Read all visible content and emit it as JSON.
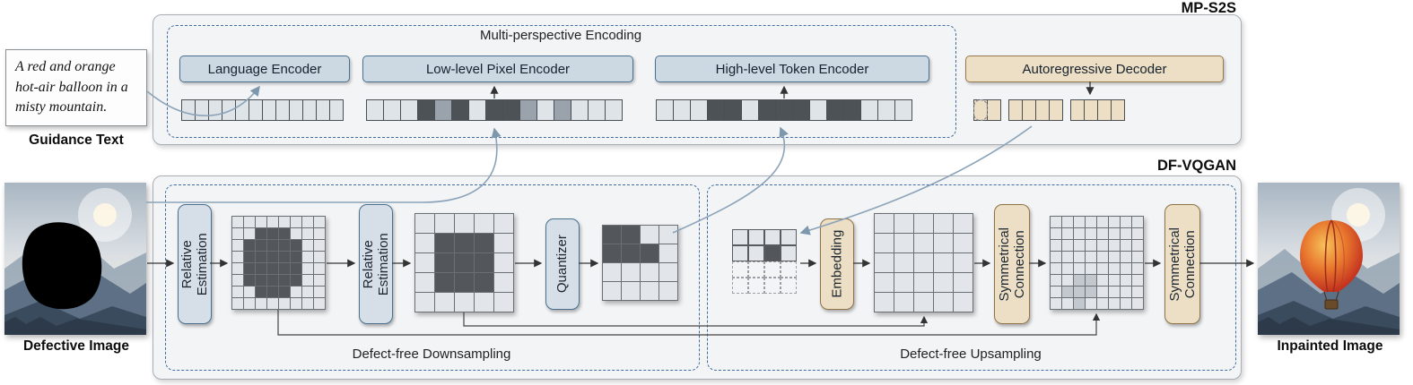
{
  "titles": {
    "mp_s2s": "MP-S2S",
    "df_vqgan": "DF-VQGAN"
  },
  "mp_s2s": {
    "encoding_label": "Multi-perspective Encoding",
    "language_encoder": "Language Encoder",
    "pixel_encoder": "Low-level Pixel Encoder",
    "token_encoder": "High-level Token Encoder",
    "decoder": "Autoregressive Decoder"
  },
  "guidance": {
    "text": "A red and orange hot-air balloon in a misty mountain.",
    "label": "Guidance Text"
  },
  "df_vqgan": {
    "downsampling_label": "Defect-free Downsampling",
    "upsampling_label": "Defect-free Upsampling",
    "relative_estimation": "Relative Estimation",
    "quantizer": "Quantizer",
    "embedding": "Embedding",
    "symmetrical_connection": "Symmetrical Connection"
  },
  "captions": {
    "defective": "Defective Image",
    "inpainted": "Inpainted Image"
  },
  "colors": {
    "dashed_border": "#3f6ba0",
    "encoder_fill": "#ccd8e2",
    "decoder_fill": "#ecdfc5",
    "dark_cell": "#53575b",
    "panel_fill": "#f3f4f6"
  },
  "tokens": {
    "language": [
      "light",
      "light",
      "light",
      "light",
      "light",
      "light",
      "light",
      "light",
      "light",
      "light",
      "light",
      "light"
    ],
    "pixel": [
      "light",
      "light",
      "light",
      "dark",
      "mid",
      "dark",
      "light",
      "dark",
      "dark",
      "mid",
      "light",
      "mid",
      "light",
      "light",
      "light"
    ],
    "token": [
      "light",
      "light",
      "light",
      "dark",
      "dark",
      "light",
      "dark",
      "dark",
      "dark",
      "light",
      "dark",
      "dark",
      "light",
      "light",
      "light"
    ],
    "decoder": [
      "dashed",
      "dashed",
      "dashed",
      "dashed",
      "dashed",
      "tan",
      "tan",
      "gap",
      "tan",
      "tan",
      "tan",
      "tan",
      "gap",
      "tan",
      "tan",
      "tan",
      "tan"
    ]
  },
  "grids": {
    "down1": {
      "rows": 8,
      "cols": 8,
      "cell": 12,
      "dark": [
        "1,2",
        "1,3",
        "1,4",
        "2,1",
        "2,2",
        "2,3",
        "2,4",
        "2,5",
        "3,1",
        "3,2",
        "3,3",
        "3,4",
        "3,5",
        "4,1",
        "4,2",
        "4,3",
        "4,4",
        "4,5",
        "5,1",
        "5,2",
        "5,3",
        "5,4",
        "5,5",
        "6,2",
        "6,3",
        "6,4"
      ]
    },
    "down2": {
      "rows": 5,
      "cols": 5,
      "cell": 21,
      "dark": [
        "1,1",
        "1,2",
        "1,3",
        "2,1",
        "2,2",
        "2,3",
        "3,1",
        "3,2",
        "3,3"
      ]
    },
    "down3": {
      "rows": 4,
      "cols": 4,
      "cell": 20,
      "dark": [
        "0,0",
        "0,1",
        "1,0",
        "1,1",
        "1,2"
      ]
    },
    "up_small": {
      "rows": 4,
      "cols": 4,
      "cell": 18,
      "loose": true,
      "dark": [
        "1,2"
      ],
      "dashed": [
        "2,0",
        "2,1",
        "2,2",
        "2,3",
        "3,0",
        "3,1",
        "3,2",
        "3,3"
      ]
    },
    "up1": {
      "rows": 5,
      "cols": 5,
      "cell": 21,
      "dark": []
    },
    "up2": {
      "rows": 8,
      "cols": 8,
      "cell": 12,
      "medium": [
        "5,2",
        "5,3",
        "6,1",
        "6,2",
        "6,3",
        "7,2"
      ]
    }
  }
}
